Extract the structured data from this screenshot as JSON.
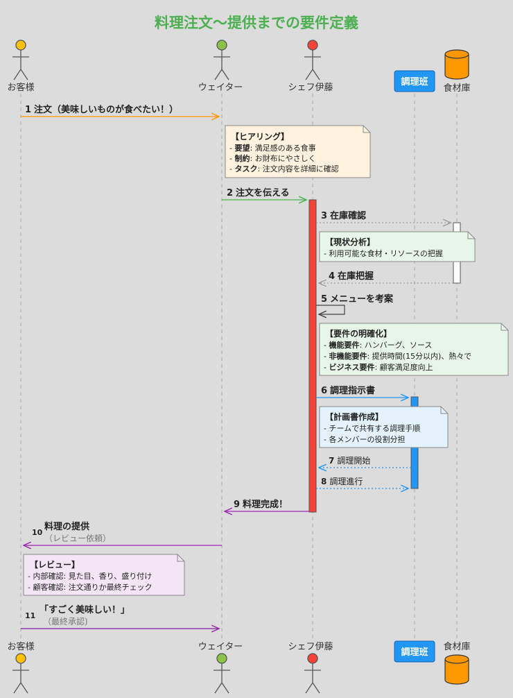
{
  "title": "料理注文〜提供までの要件定義",
  "colors": {
    "title": "#4caf50",
    "customer": "#ffc107",
    "waiter": "#8bc34a",
    "chef": "#f44336",
    "team": "#2196f3",
    "storage": "#ff9800",
    "note_orange": "#fff3e0",
    "note_green": "#e8f5e9",
    "note_blue": "#e3f2fd",
    "note_purple": "#f3e5f5"
  },
  "participants": {
    "customer": "お客様",
    "waiter": "ウェイター",
    "chef": "シェフ伊藤",
    "team": "調理班",
    "storage": "食材庫"
  },
  "messages": [
    {
      "num": "1",
      "text": "注文（美味しいものが食べたい！）"
    },
    {
      "num": "2",
      "text": "注文を伝える"
    },
    {
      "num": "3",
      "text": "在庫確認"
    },
    {
      "num": "4",
      "text": "在庫把握"
    },
    {
      "num": "5",
      "text": "メニューを考案"
    },
    {
      "num": "6",
      "text": "調理指示書"
    },
    {
      "num": "7",
      "text": "調理開始"
    },
    {
      "num": "8",
      "text": "調理進行"
    },
    {
      "num": "9",
      "text": "料理完成！"
    },
    {
      "num": "10",
      "text": "料理の提供",
      "sub": "（レビュー依頼）"
    },
    {
      "num": "11",
      "text": "「すごく美味しい！」",
      "sub": "（最終承認)"
    }
  ],
  "notes": {
    "hearing": {
      "title": "【ヒアリング】",
      "lines": [
        {
          "key": "要望",
          "value": ": 満足感のある食事"
        },
        {
          "key": "制約",
          "value": ": お財布にやさしく"
        },
        {
          "key": "タスク",
          "value": ": 注文内容を詳細に確認"
        }
      ]
    },
    "analysis": {
      "title": "【現状分析】",
      "lines": [
        {
          "key": "",
          "value": "利用可能な食材・リソースの把握"
        }
      ]
    },
    "requirements": {
      "title": "【要件の明確化】",
      "lines": [
        {
          "key": "機能要件",
          "value": ": ハンバーグ、ソース"
        },
        {
          "key": "非機能要件",
          "value": ": 提供時間(15分以内)、熱々で"
        },
        {
          "key": "ビジネス要件",
          "value": ": 顧客満足度向上"
        }
      ]
    },
    "plan": {
      "title": "【計画書作成】",
      "lines": [
        {
          "key": "",
          "value": "チームで共有する調理手順"
        },
        {
          "key": "",
          "value": "各メンバーの役割分担"
        }
      ]
    },
    "review": {
      "title": "【レビュー】",
      "lines": [
        {
          "key": "",
          "value": "内部確認: 見た目、香り、盛り付け"
        },
        {
          "key": "",
          "value": "顧客確認: 注文通りか最終チェック"
        }
      ]
    }
  }
}
